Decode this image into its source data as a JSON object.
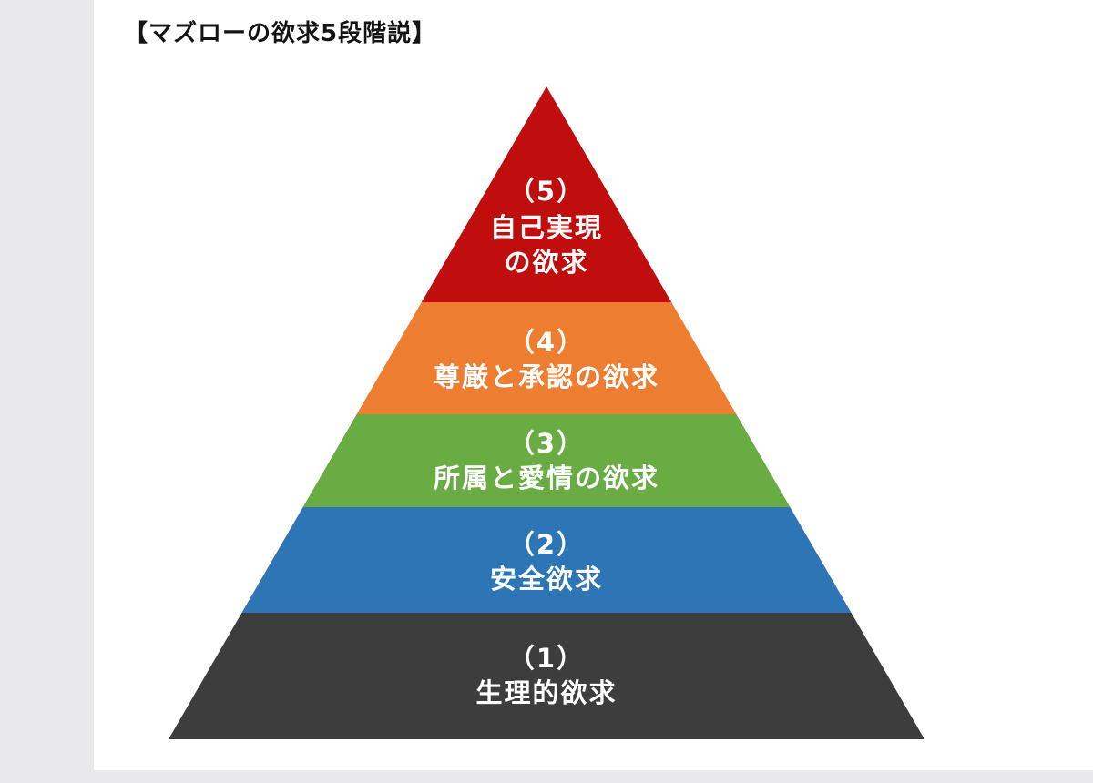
{
  "page": {
    "title": "【マズローの欲求5段階説】"
  },
  "pyramid": {
    "levels": [
      {
        "name": "self-actualization",
        "lines": [
          "（5）",
          "自己実現",
          "の欲求"
        ],
        "color": "#c00d0d"
      },
      {
        "name": "esteem",
        "lines": [
          "（4）",
          "尊厳と承認の欲求"
        ],
        "color": "#ed7d31"
      },
      {
        "name": "belonging",
        "lines": [
          "（3）",
          "所属と愛情の欲求"
        ],
        "color": "#6aac44"
      },
      {
        "name": "safety",
        "lines": [
          "（2）",
          "安全欲求"
        ],
        "color": "#2e75b6"
      },
      {
        "name": "physiological",
        "lines": [
          "（1）",
          "生理的欲求"
        ],
        "color": "#3d3d3d"
      }
    ]
  },
  "colors": {
    "page_background": "#e9e9ec",
    "panel_background": "#ffffff",
    "label_text": "#ffffff",
    "title_text": "#141414"
  }
}
